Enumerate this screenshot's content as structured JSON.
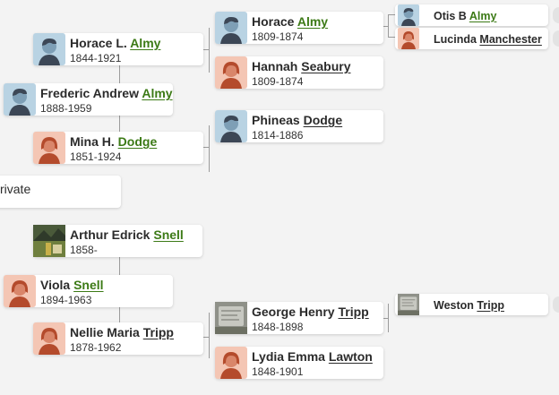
{
  "people": {
    "horace_l": {
      "given": "Horace L.",
      "surname": "Almy",
      "dates": "1844-1921",
      "avatar": "male"
    },
    "frederic": {
      "given": "Frederic Andrew",
      "surname": "Almy",
      "dates": "1888-1959",
      "avatar": "male"
    },
    "mina": {
      "given": "Mina H.",
      "surname": "Dodge",
      "dates": "1851-1924",
      "avatar": "female"
    },
    "private": {
      "label": "rivate"
    },
    "arthur": {
      "given": "Arthur Edrick",
      "surname": "Snell",
      "dates": "1858-",
      "avatar": "photo"
    },
    "viola": {
      "given": "Viola",
      "surname": "Snell",
      "dates": "1894-1963",
      "avatar": "female"
    },
    "nellie": {
      "given": "Nellie Maria",
      "surname": "Tripp",
      "dates": "1878-1962",
      "avatar": "female"
    },
    "horace": {
      "given": "Horace",
      "surname": "Almy",
      "dates": "1809-1874",
      "avatar": "male"
    },
    "hannah": {
      "given": "Hannah",
      "surname": "Seabury",
      "dates": "1809-1874",
      "avatar": "female"
    },
    "phineas": {
      "given": "Phineas",
      "surname": "Dodge",
      "dates": "1814-1886",
      "avatar": "male"
    },
    "george": {
      "given": "George Henry",
      "surname": "Tripp",
      "dates": "1848-1898",
      "avatar": "headstone"
    },
    "lydia": {
      "given": "Lydia Emma",
      "surname": "Lawton",
      "dates": "1848-1901",
      "avatar": "female"
    },
    "otis": {
      "given": "Otis B",
      "surname": "Almy",
      "avatar": "male"
    },
    "lucinda": {
      "given": "Lucinda",
      "surname": "Manchester",
      "avatar": "female"
    },
    "weston": {
      "given": "Weston",
      "surname": "Tripp",
      "avatar": "headstone"
    }
  },
  "colors": {
    "male_bg": "#b9d3e3",
    "male_skin": "#7e9fb6",
    "male_body": "#3c4756",
    "female_bg": "#f4c6b4",
    "female_skin": "#d9866a",
    "female_body": "#b44b2c",
    "surname_link": "#3c7a16",
    "connector": "#9b9b9b"
  }
}
